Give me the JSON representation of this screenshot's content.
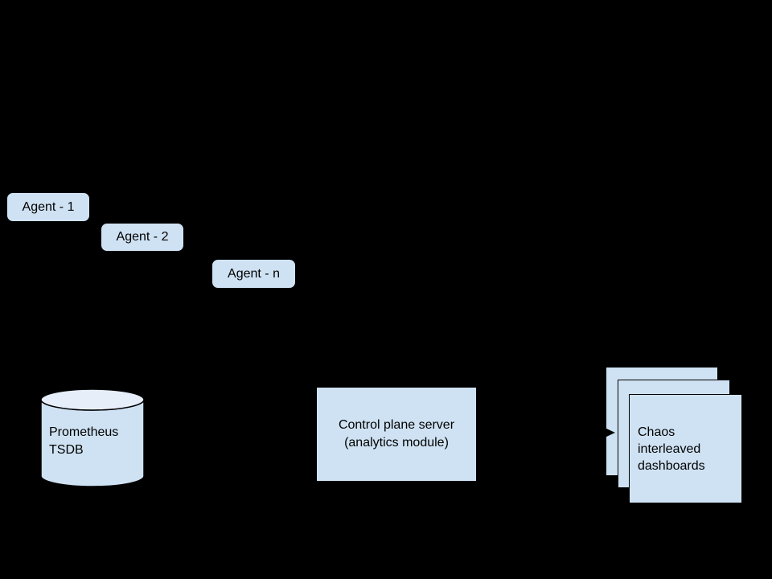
{
  "colors": {
    "background": "#000000",
    "node_fill": "#cfe2f3",
    "node_stroke": "#000000",
    "cylinder_top_fill": "#e6eefa",
    "text": "#000000",
    "arrow": "#000000"
  },
  "nodes": {
    "agents": [
      {
        "label": "Agent - 1"
      },
      {
        "label": "Agent - 2"
      },
      {
        "label": "Agent - n"
      }
    ],
    "tsdb": {
      "lines": [
        "Prometheus",
        "TSDB"
      ]
    },
    "control_plane": {
      "lines": [
        "Control plane server",
        "(analytics module)"
      ]
    },
    "dashboards": {
      "lines": [
        "Chaos",
        "interleaved",
        "dashboards"
      ]
    }
  }
}
